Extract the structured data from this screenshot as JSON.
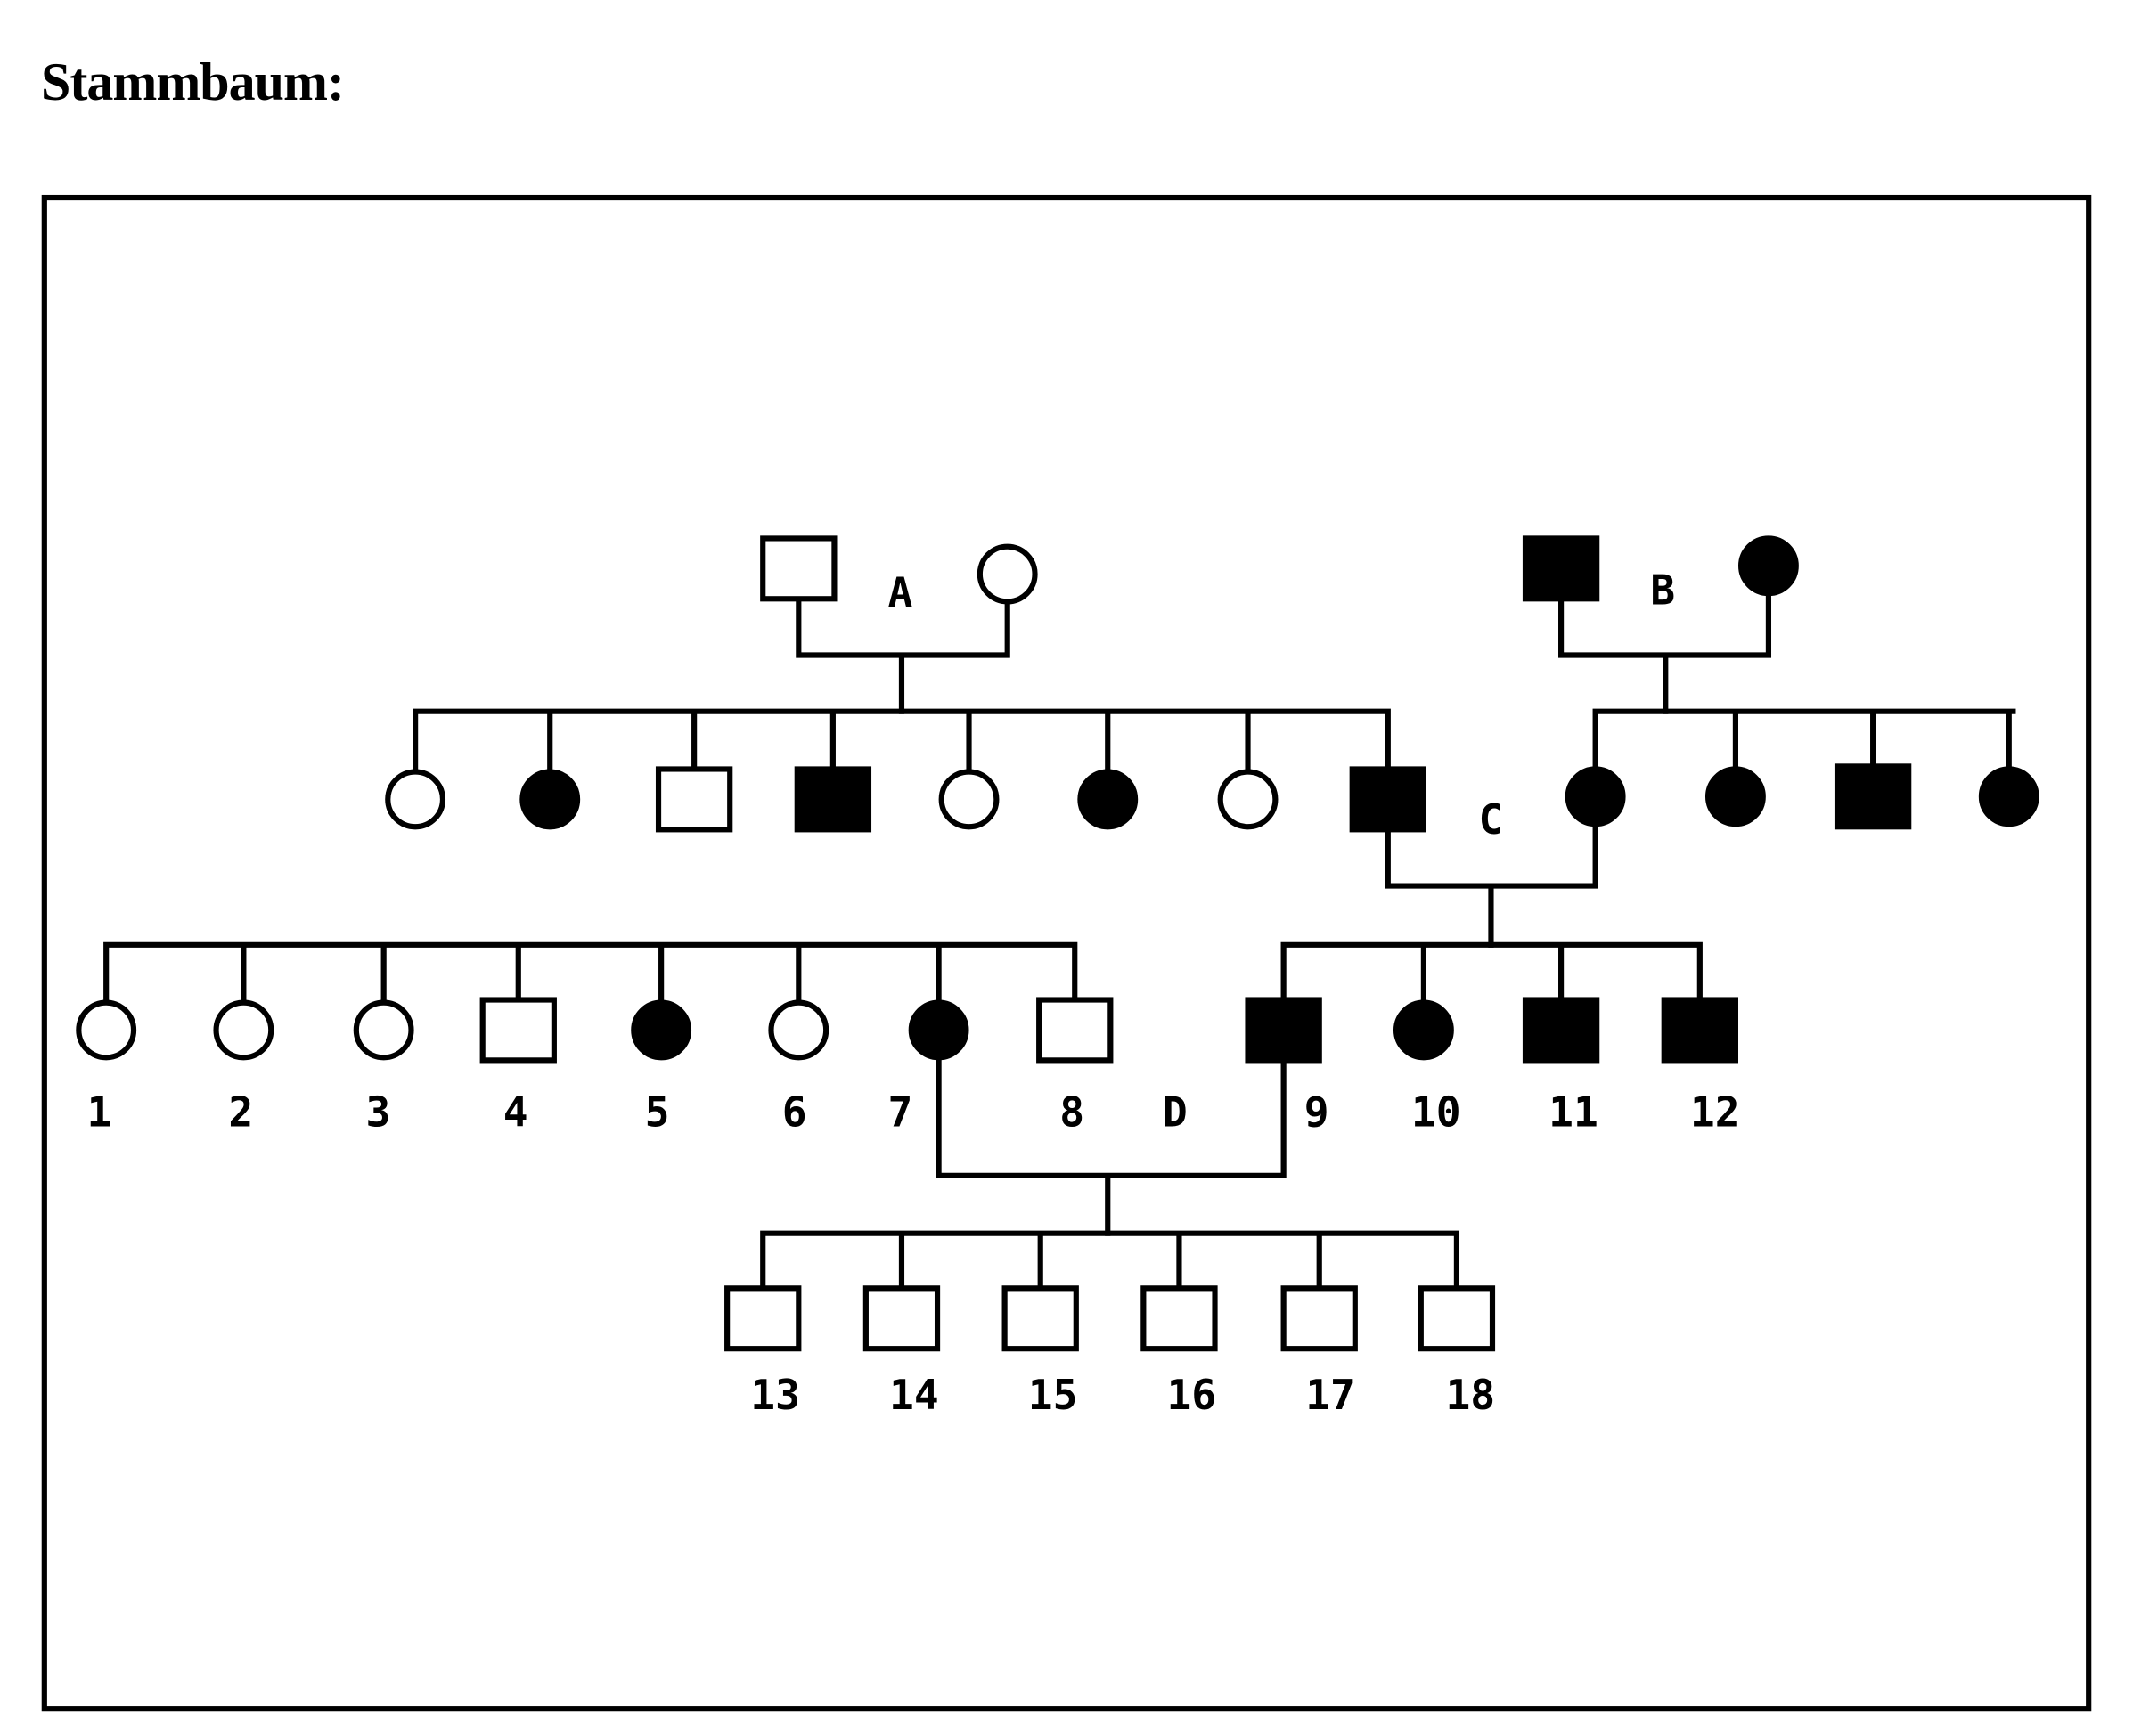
{
  "title": "Stammbaum:",
  "couple_labels": {
    "A": "A",
    "B": "B",
    "C": "C",
    "D": "D"
  },
  "generation1": {
    "A": [
      {
        "sex": "m",
        "affected": false
      },
      {
        "sex": "f",
        "affected": false
      }
    ],
    "B": [
      {
        "sex": "m",
        "affected": true
      },
      {
        "sex": "f",
        "affected": true
      }
    ]
  },
  "generation2": {
    "A_children": [
      {
        "sex": "f",
        "affected": false
      },
      {
        "sex": "f",
        "affected": true
      },
      {
        "sex": "m",
        "affected": false
      },
      {
        "sex": "m",
        "affected": true
      },
      {
        "sex": "f",
        "affected": false
      },
      {
        "sex": "f",
        "affected": true
      },
      {
        "sex": "f",
        "affected": false
      },
      {
        "sex": "m",
        "affected": true
      }
    ],
    "B_children": [
      {
        "sex": "f",
        "affected": true
      },
      {
        "sex": "f",
        "affected": true
      },
      {
        "sex": "m",
        "affected": true
      },
      {
        "sex": "f",
        "affected": true
      }
    ]
  },
  "generation3": {
    "left_sibship": [
      {
        "label": "1",
        "sex": "f",
        "affected": false
      },
      {
        "label": "2",
        "sex": "f",
        "affected": false
      },
      {
        "label": "3",
        "sex": "f",
        "affected": false
      },
      {
        "label": "4",
        "sex": "m",
        "affected": false
      },
      {
        "label": "5",
        "sex": "f",
        "affected": true
      },
      {
        "label": "6",
        "sex": "f",
        "affected": false
      },
      {
        "label": "7",
        "sex": "f",
        "affected": true
      },
      {
        "label": "8",
        "sex": "m",
        "affected": false
      }
    ],
    "C_children": [
      {
        "label": "9",
        "sex": "m",
        "affected": true
      },
      {
        "label": "10",
        "sex": "f",
        "affected": true
      },
      {
        "label": "11",
        "sex": "m",
        "affected": true
      },
      {
        "label": "12",
        "sex": "m",
        "affected": true
      }
    ]
  },
  "generation4": {
    "D_children": [
      {
        "label": "13",
        "sex": "m",
        "affected": false
      },
      {
        "label": "14",
        "sex": "m",
        "affected": false
      },
      {
        "label": "15",
        "sex": "m",
        "affected": false
      },
      {
        "label": "16",
        "sex": "m",
        "affected": false
      },
      {
        "label": "17",
        "sex": "m",
        "affected": false
      },
      {
        "label": "18",
        "sex": "m",
        "affected": false
      }
    ]
  }
}
